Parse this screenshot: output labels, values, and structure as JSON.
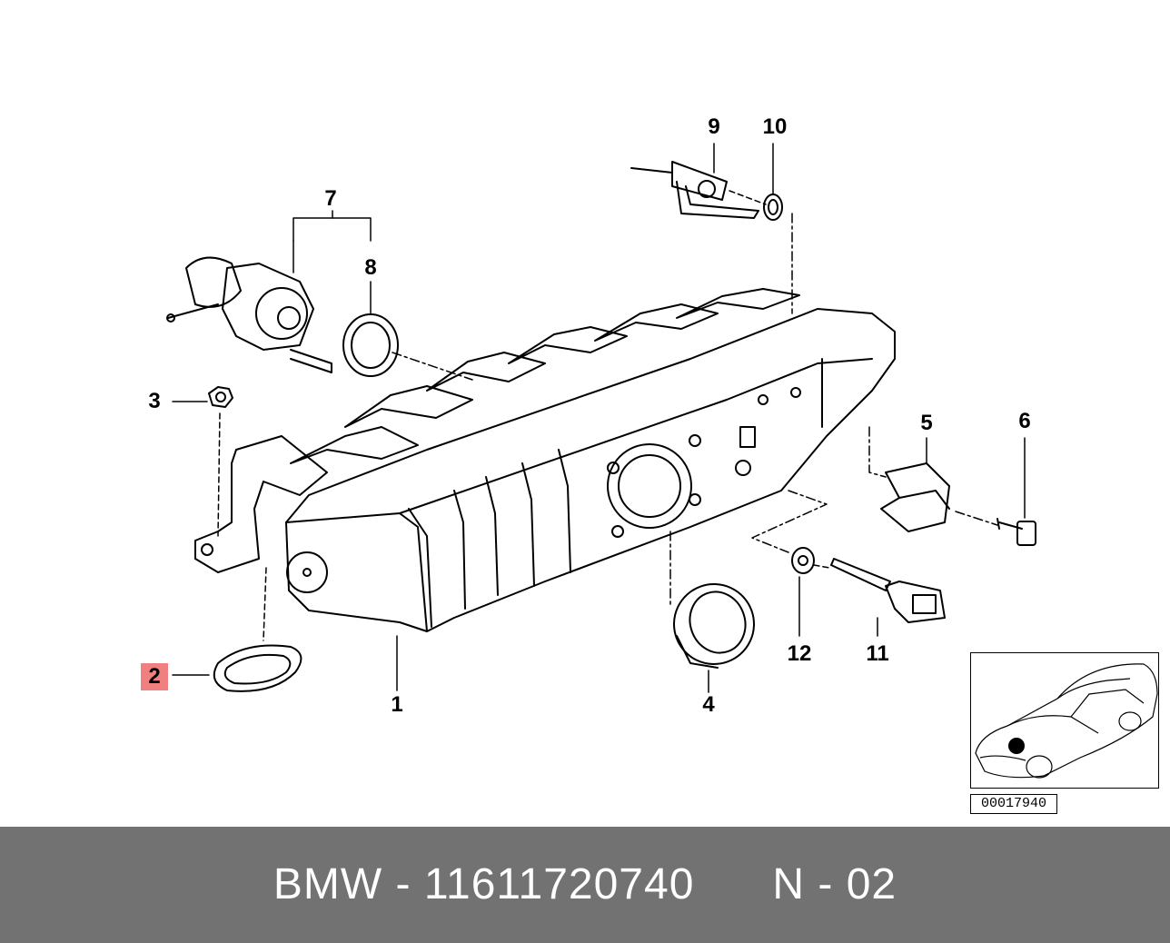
{
  "diagram": {
    "callouts": [
      {
        "id": "1",
        "label": "1"
      },
      {
        "id": "2",
        "label": "2"
      },
      {
        "id": "3",
        "label": "3"
      },
      {
        "id": "4",
        "label": "4"
      },
      {
        "id": "5",
        "label": "5"
      },
      {
        "id": "6",
        "label": "6"
      },
      {
        "id": "7",
        "label": "7"
      },
      {
        "id": "8",
        "label": "8"
      },
      {
        "id": "9",
        "label": "9"
      },
      {
        "id": "10",
        "label": "10"
      },
      {
        "id": "11",
        "label": "11"
      },
      {
        "id": "12",
        "label": "12"
      }
    ],
    "highlighted_callout": "2",
    "highlight_color": "#f08080",
    "thumbnail_code": "00017940"
  },
  "footer": {
    "brand": "BMW",
    "separator": "-",
    "part_number": "11611720740",
    "position_code": "N - 02",
    "background_color": "#727272",
    "text_color": "#ffffff"
  }
}
